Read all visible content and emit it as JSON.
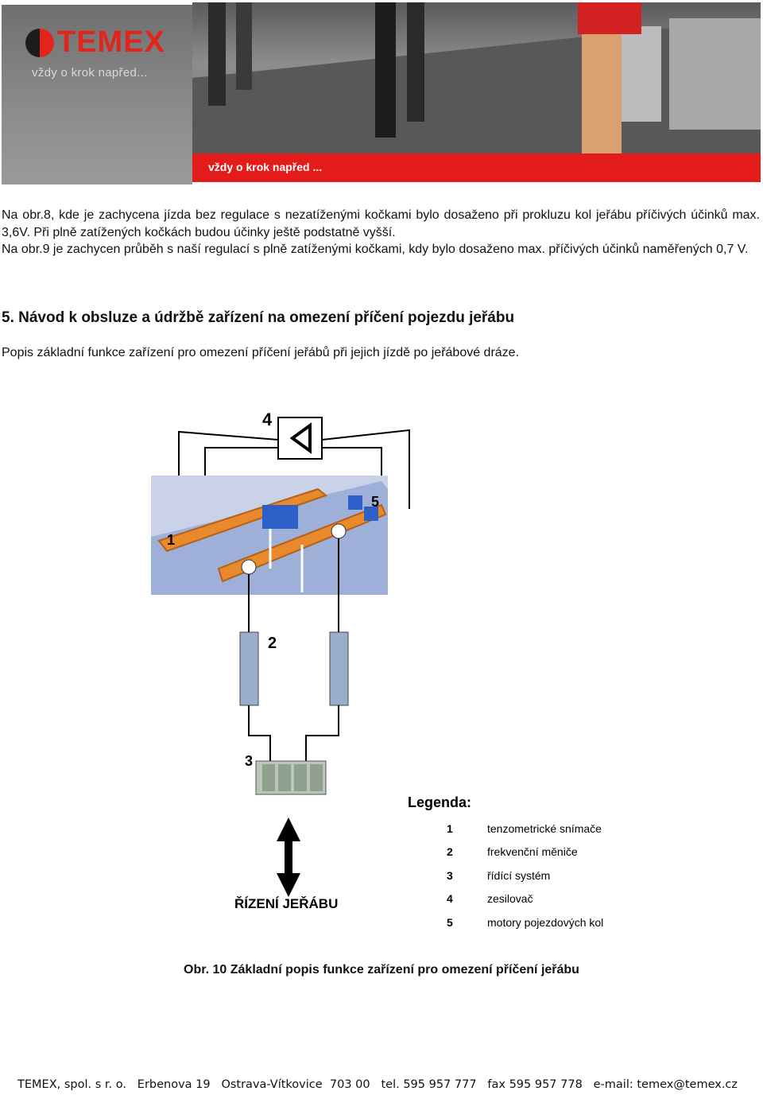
{
  "banner": {
    "brand": "TEMEX",
    "slogan": "vždy o krok napřed...",
    "strip_text": "vždy o krok napřed ...",
    "colors": {
      "brand_red": "#e1251b",
      "strip_red": "#e31b1b"
    }
  },
  "text": {
    "para1": "Na obr.8, kde je zachycena jízda bez regulace s nezatíženými kočkami bylo dosaženo při prokluzu kol jeřábu příčivých účinků max. 3,6V. Při plně zatížených kočkách budou účinky ještě podstatně vyšší.",
    "para2": "Na obr.9 je zachycen průběh s naší regulací s plně zatíženými kočkami, kdy bylo dosaženo max. příčivých účinků naměřených 0,7 V.",
    "heading": "5. Návod k obsluze a údržbě zařízení na omezení příčení pojezdu jeřábu",
    "para3": "Popis základní funkce zařízení pro omezení příčení jeřábů při jejich jízdě po jeřábové dráze."
  },
  "diagram": {
    "numbers": [
      "1",
      "2",
      "3",
      "4",
      "5"
    ],
    "legend_title": "Legenda:",
    "legend": [
      {
        "num": "1",
        "label": "tenzometrické snímače"
      },
      {
        "num": "2",
        "label": "frekvenční měniče"
      },
      {
        "num": "3",
        "label": "řídící systém"
      },
      {
        "num": "4",
        "label": "zesilovač"
      },
      {
        "num": "5",
        "label": "motory pojezdových kol"
      }
    ],
    "arrow_label": "ŘÍZENÍ JEŘÁBU"
  },
  "caption": "Obr. 10 Základní popis funkce zařízení pro omezení příčení jeřábu",
  "footer": "TEMEX, spol. s r. o.   Erbenova 19   Ostrava-Vítkovice  703 00   tel. 595 957 777   fax 595 957 778   e-mail: temex@temex.cz"
}
